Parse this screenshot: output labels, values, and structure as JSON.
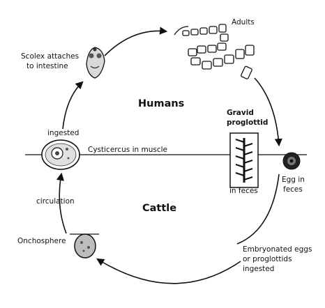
{
  "labels": {
    "adults": "Adults",
    "scolex_line1": "Scolex attaches",
    "scolex_line2": "to intestine",
    "humans": "Humans",
    "gravid_line1": "Gravid",
    "gravid_line2": "proglottid",
    "ingested": "ingested",
    "cysticercus": "Cysticercus in muscle",
    "in_feces": "in feces",
    "egg_line1": "Egg in",
    "egg_line2": "feces",
    "circulation": "circulation",
    "cattle": "Cattle",
    "onchosphere": "Onchosphere",
    "embryonated_line1": "Embryonated eggs",
    "embryonated_line2": "or proglottids",
    "embryonated_line3": "ingested"
  },
  "colors": {
    "ink": "#111111",
    "background": "#ffffff"
  }
}
